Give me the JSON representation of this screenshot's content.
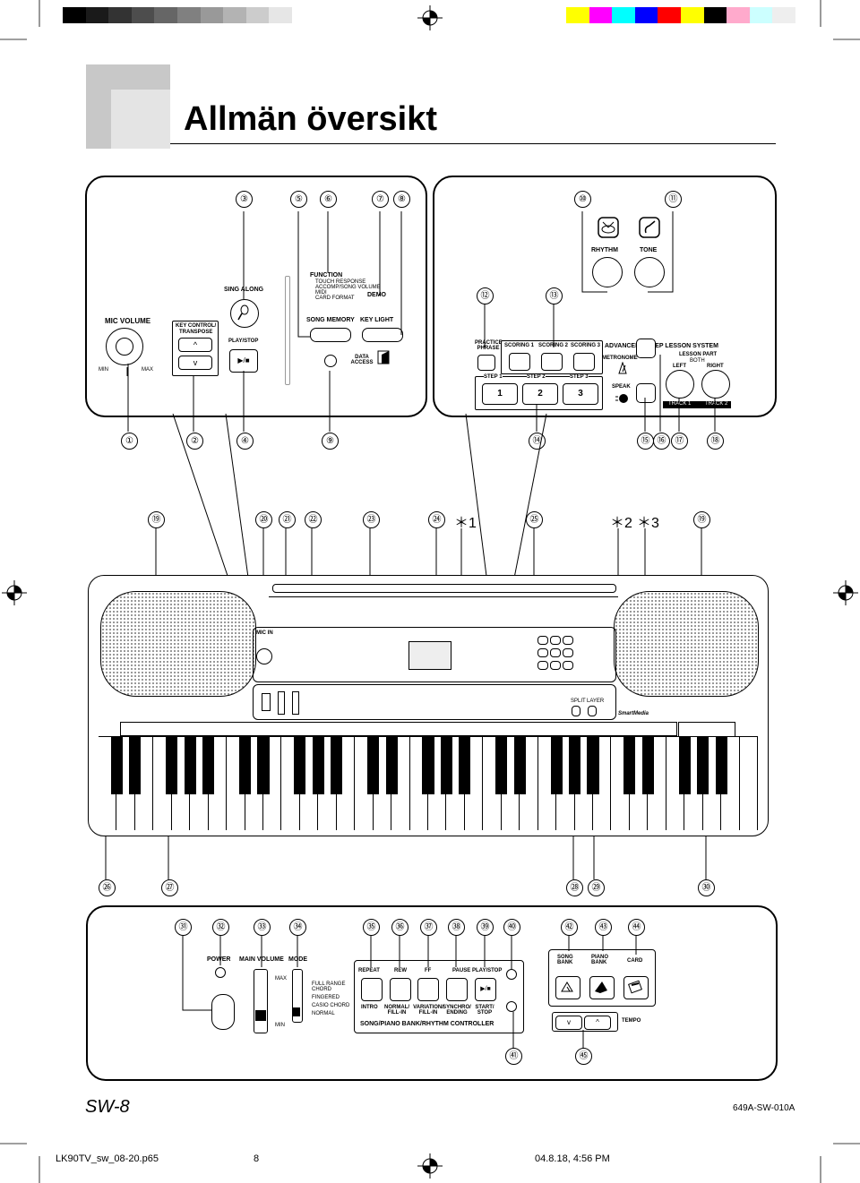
{
  "page": {
    "title": "Allmän översikt",
    "page_label": "SW-8",
    "doc_code": "649A-SW-010A",
    "file_name": "LK90TV_sw_08-20.p65",
    "page_number": "8",
    "timestamp": "04.8.18, 4:56 PM"
  },
  "colors": {
    "color_bar": [
      "#ffff00",
      "#ff00ff",
      "#00ffff",
      "#0000ff",
      "#ff0000",
      "#ffff00",
      "#000000",
      "#ffaacc",
      "#ccffff",
      "#eeeeee"
    ],
    "gray_bar": [
      "#000000",
      "#1a1a1a",
      "#333333",
      "#4d4d4d",
      "#666666",
      "#808080",
      "#999999",
      "#b3b3b3",
      "#cccccc",
      "#e6e6e6"
    ]
  },
  "callouts": {
    "top_left": [
      "③",
      "⑤",
      "⑥",
      "⑦",
      "⑧"
    ],
    "bottom_left": [
      "①",
      "②",
      "④",
      "⑨"
    ],
    "top_right": [
      "⑩",
      "⑪",
      "⑫",
      "⑬"
    ],
    "bottom_right": [
      "⑭",
      "⑮",
      "⑯",
      "⑰",
      "⑱"
    ],
    "keyboard_top": [
      "⑲",
      "⑳",
      "㉑",
      "㉒",
      "㉓",
      "㉔",
      "＊1",
      "㉕",
      "＊2",
      "＊3",
      "⑲"
    ],
    "keyboard_bottom": [
      "㉖",
      "㉗",
      "㉘",
      "㉙",
      "㉚"
    ],
    "lower_top": [
      "㉛",
      "㉜",
      "㉝",
      "㉞",
      "㉟",
      "㊱",
      "㊲",
      "㊳",
      "㊴",
      "㊵",
      "㊷",
      "㊸",
      "㊹"
    ],
    "lower_bottom": [
      "㊶",
      "㊺"
    ]
  },
  "panel_left": {
    "mic_volume": "MIC VOLUME",
    "min": "MIN",
    "max": "MAX",
    "key_control": "KEY CONTROL/",
    "transpose": "TRANSPOSE",
    "sing_along": "SING ALONG",
    "play_stop": "PLAY/STOP",
    "function": "FUNCTION",
    "function_items": [
      "TOUCH RESPONSE",
      "ACCOMP/SONG VOLUME",
      "MIDI",
      "CARD FORMAT"
    ],
    "demo": "DEMO",
    "song_memory": "SONG MEMORY",
    "key_light": "KEY LIGHT",
    "data_access": "DATA ACCESS"
  },
  "panel_right": {
    "rhythm": "RHYTHM",
    "tone": "TONE",
    "practice_phrase": "PRACTICE PHRASE",
    "scoring": [
      "SCORING 1",
      "SCORING 2",
      "SCORING 3"
    ],
    "advanced": "ADVANCED 3-STEP LESSON SYSTEM",
    "metronome": "METRONOME",
    "lesson_part": "LESSON PART",
    "both": "BOTH",
    "left": "LEFT",
    "right": "RIGHT",
    "steps": [
      "STEP 1",
      "STEP 2",
      "STEP 3"
    ],
    "step_keys": [
      "1",
      "2",
      "3"
    ],
    "speak": "SPEAK",
    "tracks": [
      "TRACK 1",
      "TRACK 2"
    ]
  },
  "panel_lower": {
    "power": "POWER",
    "main_volume": "MAIN VOLUME",
    "max": "MAX",
    "min": "MIN",
    "mode": "MODE",
    "modes": [
      "FULL RANGE CHORD",
      "FINGERED",
      "CASIO CHORD",
      "NORMAL"
    ],
    "buttons_top": [
      "REPEAT",
      "REW",
      "FF",
      "PAUSE",
      "PLAY/STOP"
    ],
    "buttons_bottom": [
      "INTRO",
      "NORMAL/ FILL-IN",
      "VARIATION/ FILL-IN",
      "SYNCHRO/ ENDING",
      "START/ STOP"
    ],
    "controller": "SONG/PIANO BANK/RHYTHM CONTROLLER",
    "song_bank": "SONG BANK",
    "piano_bank": "PIANO BANK",
    "card": "CARD",
    "tempo": "TEMPO"
  },
  "keyboard": {
    "mic_in": "MIC IN",
    "smartmedia": "SmartMedia",
    "split": "SPLIT",
    "layer": "LAYER"
  }
}
